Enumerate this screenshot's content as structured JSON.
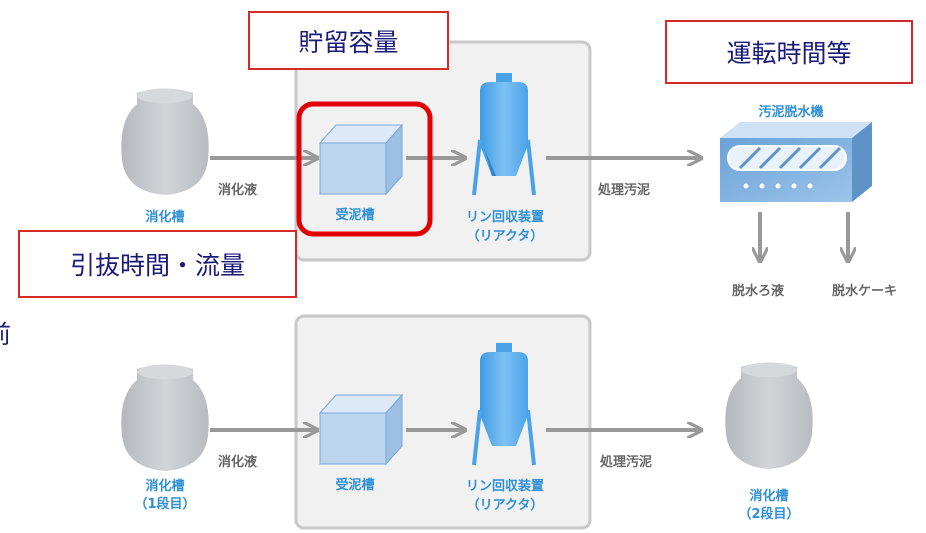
{
  "callouts": {
    "storage_capacity": "貯留容量",
    "operating_time": "運転時間等",
    "withdrawal": "引抜時間・流量"
  },
  "upper_flow": {
    "digester": "消化槽",
    "digestate": "消化液",
    "receiving_tank": "受泥槽",
    "reactor_line1": "リン回収装置",
    "reactor_line2": "（リアクタ）",
    "treated_sludge": "処理汚泥",
    "dewaterer": "汚泥脱水機",
    "filtrate": "脱水ろ液",
    "cake": "脱水ケーキ"
  },
  "lower_flow": {
    "digester1_line1": "消化槽",
    "digester1_line2": "（1段目）",
    "digestate": "消化液",
    "receiving_tank": "受泥槽",
    "reactor_line1": "リン回収装置",
    "reactor_line2": "（リアクタ）",
    "treated_sludge": "処理汚泥",
    "digester2_line1": "消化槽",
    "digester2_line2": "（2段目）"
  },
  "partial_glyph": "前",
  "colors": {
    "highlight_red": "#e30000",
    "label_blue": "#2e8fd6",
    "arrow_gray": "#999999",
    "tank_gray": "#c4c8cc"
  }
}
